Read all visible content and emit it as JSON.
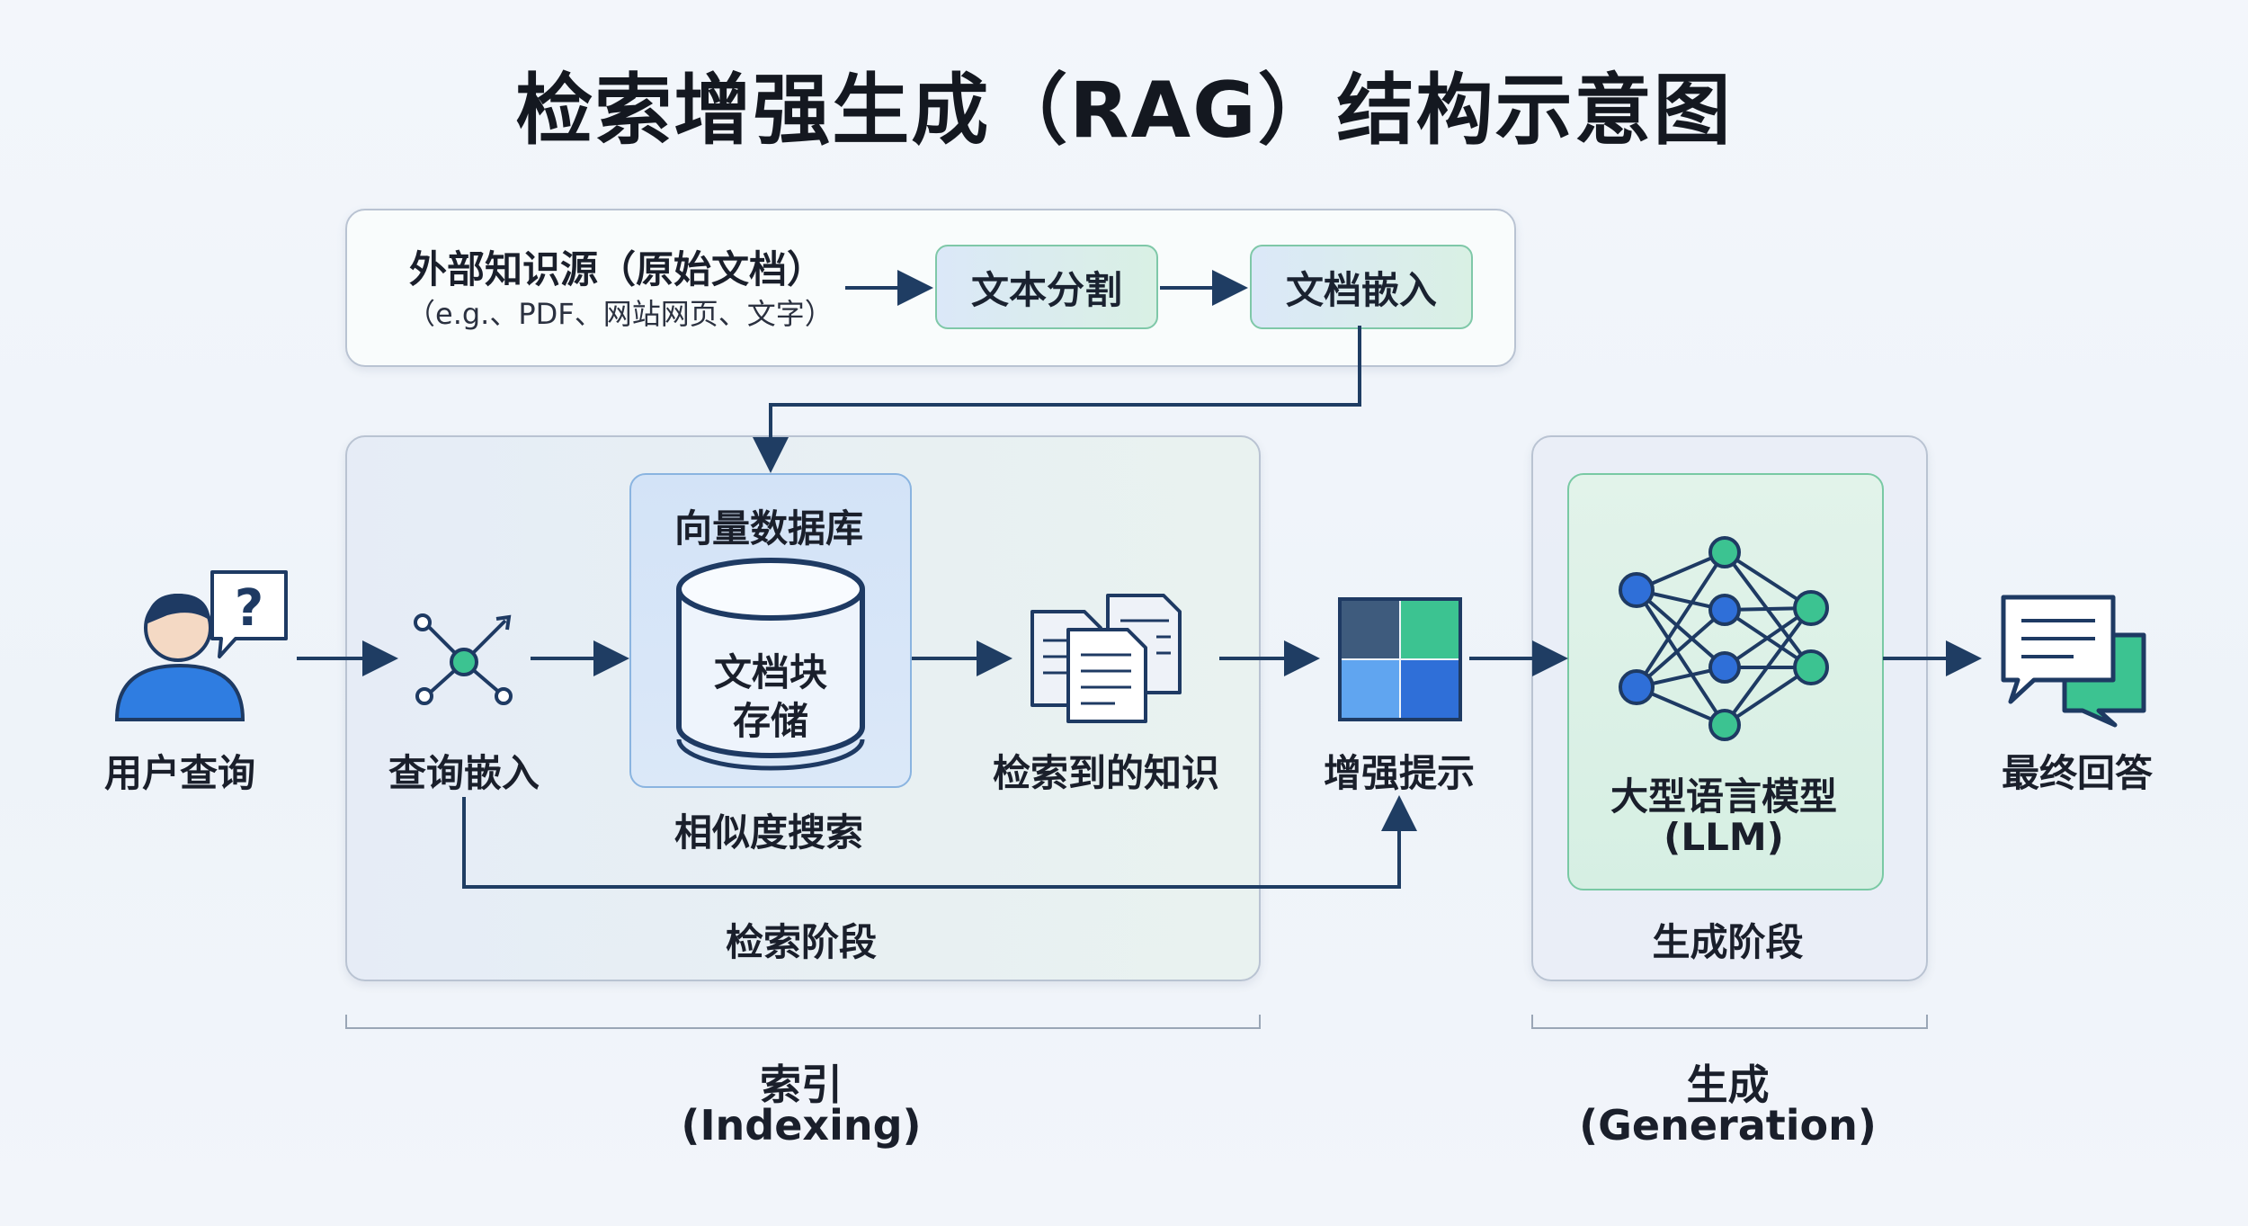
{
  "title": "检索增强生成（RAG）结构示意图",
  "source": {
    "title": "外部知识源（原始文档）",
    "examples": "（e.g.、PDF、网站网页、文字）",
    "split": "文本分割",
    "embed": "文档嵌入"
  },
  "nodes": {
    "user_query": "用户查询",
    "query_embedding": "查询嵌入",
    "vector_db": "向量数据库",
    "doc_chunks_line1": "文档块",
    "doc_chunks_line2": "存储",
    "similarity_search": "相似度搜索",
    "retrieved_knowledge": "检索到的知识",
    "augmented_prompt": "增强提示",
    "llm_line1": "大型语言模型",
    "llm_line2": "(LLM)",
    "final_answer": "最终回答"
  },
  "stages": {
    "retrieval": "检索阶段",
    "generation": "生成阶段"
  },
  "brackets": {
    "indexing_cn": "索引",
    "indexing_en": "(Indexing)",
    "generation_cn": "生成",
    "generation_en": "(Generation)"
  },
  "colors": {
    "arrow": "#1f3d63",
    "blue": "#2f7de1",
    "green": "#3cc391",
    "navy": "#1e3a63"
  }
}
